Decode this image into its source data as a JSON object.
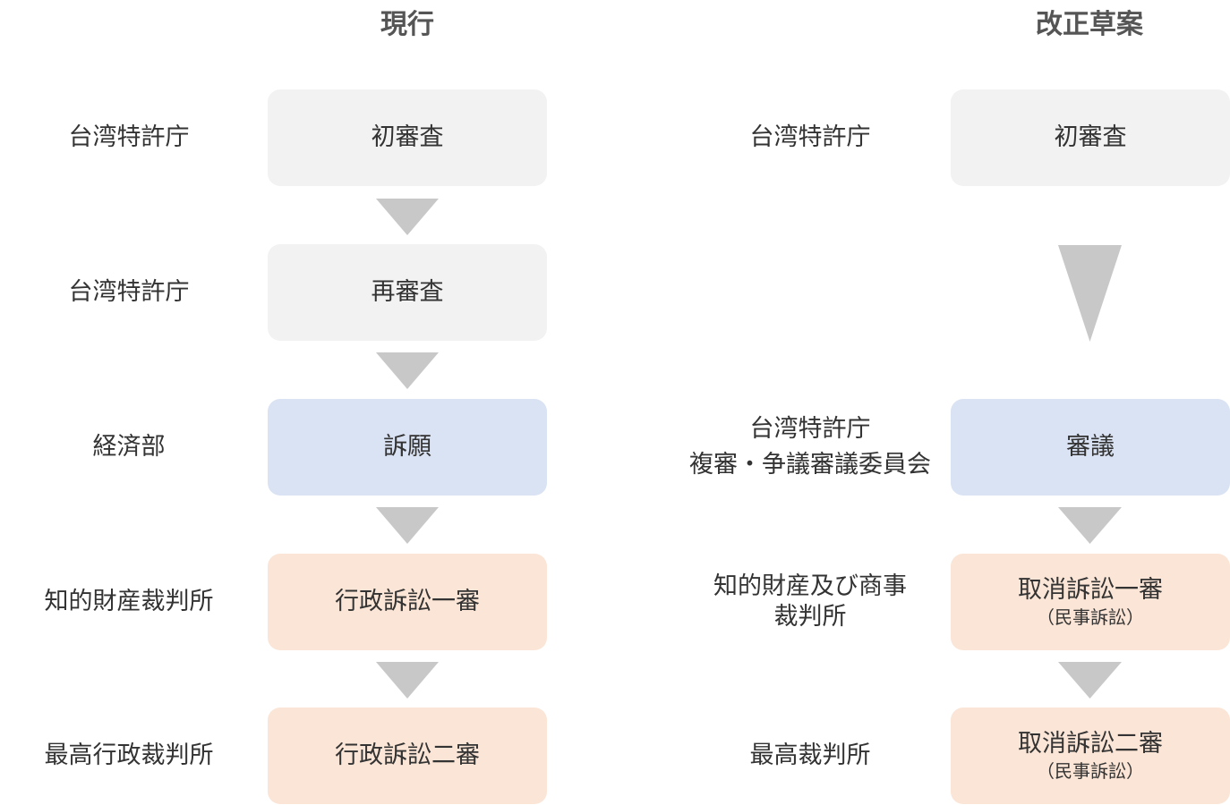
{
  "current": {
    "title": "現行",
    "rows": [
      {
        "label": "台湾特許庁",
        "box": "初審査",
        "fill": "#f2f2f2"
      },
      {
        "label": "台湾特許庁",
        "box": "再審査",
        "fill": "#f2f2f2"
      },
      {
        "label": "経済部",
        "box": "訴願",
        "fill": "#dae3f3"
      },
      {
        "label": "知的財産裁判所",
        "box": "行政訴訟一審",
        "fill": "#fbe5d6"
      },
      {
        "label": "最高行政裁判所",
        "box": "行政訴訟二審",
        "fill": "#fbe5d6"
      }
    ]
  },
  "proposed": {
    "title": "改正草案",
    "rows": [
      {
        "label_lines": [
          "台湾特許庁"
        ],
        "box": "初審査",
        "fill": "#f2f2f2"
      },
      {
        "label_lines": [
          "台湾特許庁",
          "複審・争議審議委員会"
        ],
        "box": "審議",
        "fill": "#dae3f3"
      },
      {
        "label_lines": [
          "知的財産及び商事",
          "裁判所"
        ],
        "box": "取消訴訟一審",
        "sub": "（民事訴訟）",
        "fill": "#fbe5d6"
      },
      {
        "label_lines": [
          "最高裁判所"
        ],
        "box": "取消訴訟二審",
        "sub": "（民事訴訟）",
        "fill": "#fbe5d6"
      }
    ]
  },
  "colors": {
    "arrow": "#c9c8c8",
    "gray_box": "#f2f2f2",
    "blue_box": "#dae3f3",
    "peach_box": "#fbe5d6"
  }
}
